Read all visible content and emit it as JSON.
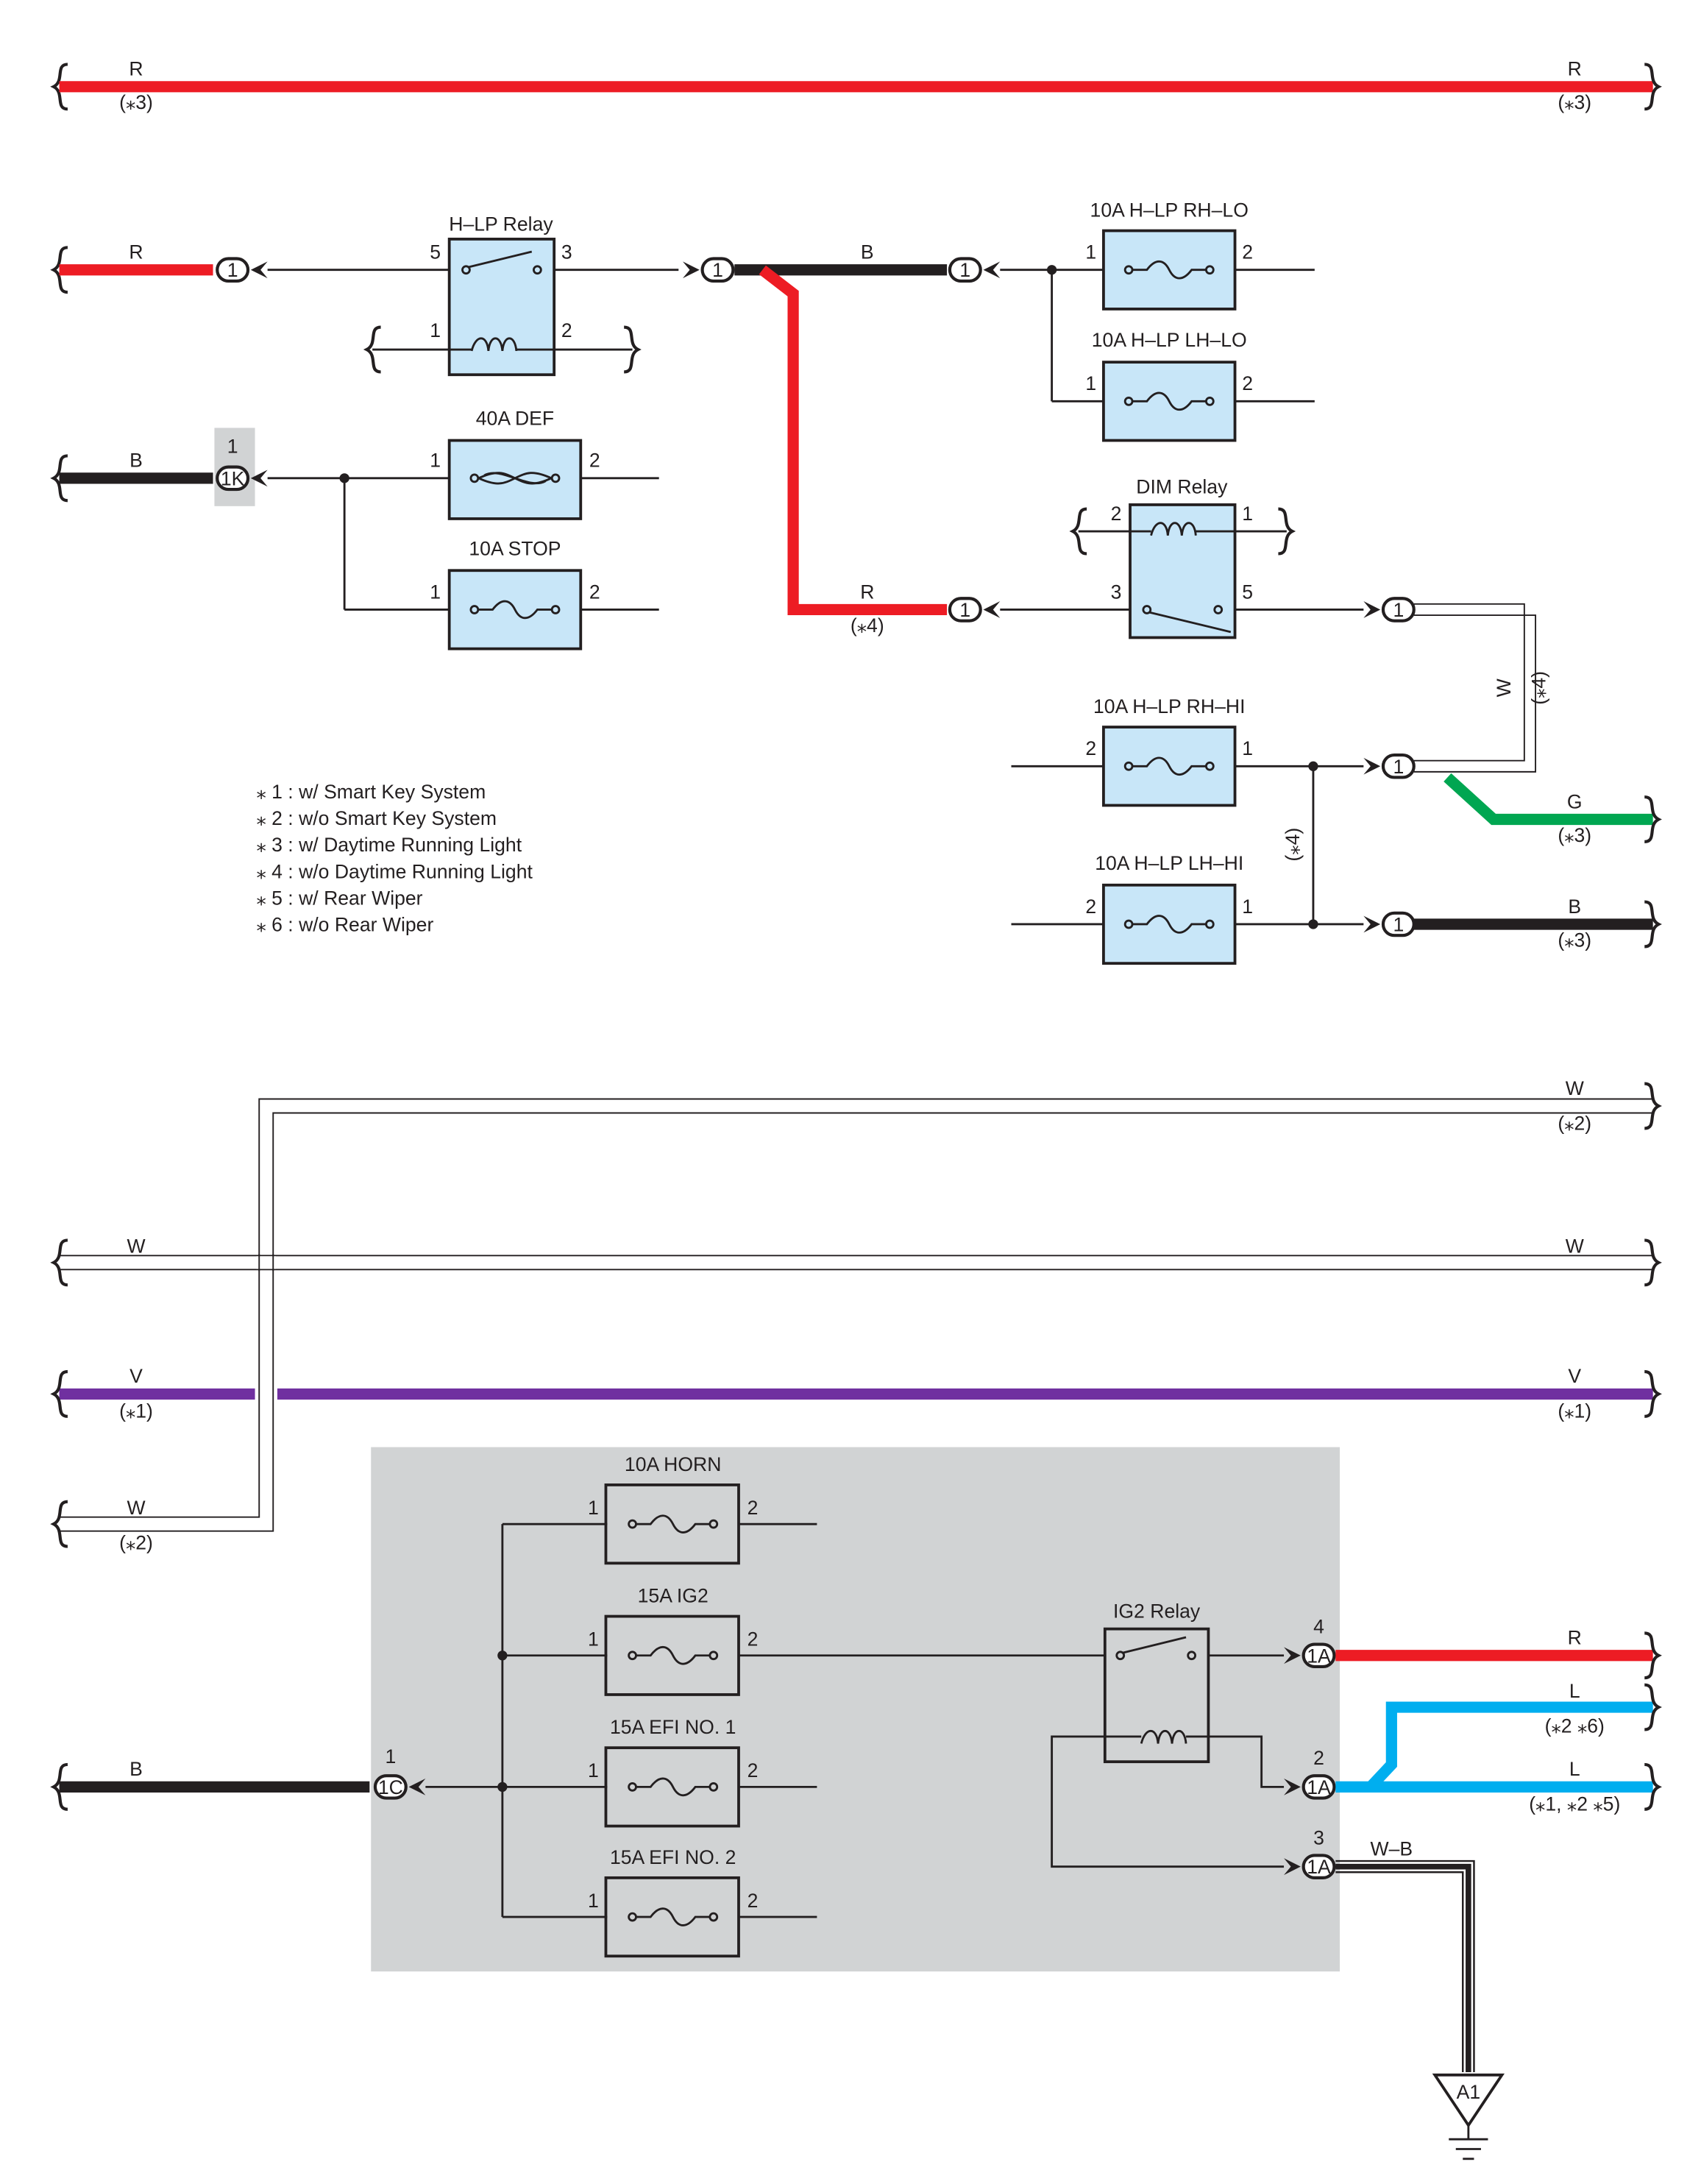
{
  "colors": {
    "R": "#ed1c24",
    "B": "#231f20",
    "G": "#00a651",
    "V": "#7030a0",
    "L": "#00aeef",
    "W": "#ffffff",
    "junction_block_fill": "#d1d3d4",
    "fuse_fill": "#c8e6f8"
  },
  "top_bus": {
    "wire": "R",
    "left_note": "(⁎3)",
    "right_note": "(⁎3)"
  },
  "hlp_relay": {
    "title": "H–LP Relay",
    "input_wire": "R",
    "connector": "1",
    "pins": {
      "sw_left": "5",
      "sw_right": "3",
      "coil_left": "1",
      "coil_right": "2"
    }
  },
  "b_bus": {
    "wire": "B",
    "connectors": [
      "1",
      "1"
    ]
  },
  "hlp_lo_fuses": [
    {
      "label": "10A H–LP RH–LO",
      "pin_in": "1",
      "pin_out": "2"
    },
    {
      "label": "10A H–LP LH–LO",
      "pin_in": "1",
      "pin_out": "2"
    }
  ],
  "def_stop": {
    "input_wire": "B",
    "connector_pin": "1",
    "connector": "1K",
    "fuses": [
      {
        "label": "40A DEF",
        "pin_in": "1",
        "pin_out": "2"
      },
      {
        "label": "10A STOP",
        "pin_in": "1",
        "pin_out": "2"
      }
    ]
  },
  "dim_relay": {
    "title": "DIM Relay",
    "pins": {
      "coil_left": "2",
      "coil_right": "1",
      "sw_in": "3",
      "sw_out": "5"
    },
    "feed_wire": "R",
    "feed_note": "(⁎4)",
    "feed_connector": "1",
    "out_connector": "1"
  },
  "w_loop": {
    "wire": "W",
    "note": "(⁎4)"
  },
  "hlp_hi_fuses": [
    {
      "label": "10A H–LP RH–HI",
      "pin_in": "2",
      "pin_out": "1"
    },
    {
      "label": "10A H–LP LH–HI",
      "pin_in": "2",
      "pin_out": "1"
    }
  ],
  "hi_outputs": [
    {
      "connector": "1",
      "wire": "G",
      "note": "(⁎3)"
    },
    {
      "connector": "1",
      "wire": "B",
      "note": "(⁎3)"
    }
  ],
  "hi_join_note": "(⁎4)",
  "legend": [
    "⁎ 1 : w/ Smart Key System",
    "⁎ 2 : w/o Smart Key System",
    "⁎ 3 : w/ Daytime Running Light",
    "⁎ 4 : w/o Daytime Running Light",
    "⁎ 5 : w/ Rear Wiper",
    "⁎ 6 : w/o Rear Wiper"
  ],
  "passthrough_wires": [
    {
      "id": "w-top-right",
      "wire": "W",
      "note": "(⁎2)"
    },
    {
      "id": "w-mid",
      "wire": "W",
      "left_label": "W",
      "right_label": "W"
    },
    {
      "id": "v-bus",
      "wire": "V",
      "left_label": "V",
      "left_note": "(⁎1)",
      "right_label": "V",
      "right_note": "(⁎1)"
    },
    {
      "id": "w-bottom-left",
      "wire": "W",
      "note": "(⁎2)"
    }
  ],
  "ig2_block": {
    "input_wire": "B",
    "connector_pin": "1",
    "connector": "1C",
    "fuses": [
      {
        "label": "10A HORN",
        "pin_in": "1",
        "pin_out": "2"
      },
      {
        "label": "15A IG2",
        "pin_in": "1",
        "pin_out": "2"
      },
      {
        "label": "15A EFI NO. 1",
        "pin_in": "1",
        "pin_out": "2"
      },
      {
        "label": "15A EFI NO. 2",
        "pin_in": "1",
        "pin_out": "2"
      }
    ],
    "relay_title": "IG2 Relay",
    "outputs": [
      {
        "pin": "4",
        "connector": "1A",
        "wire": "R",
        "note": ""
      },
      {
        "pin": "2",
        "connector": "1A",
        "wire": "L",
        "note": "(⁎1, ⁎2 ⁎5)"
      },
      {
        "pin": "3",
        "connector": "1A",
        "wire": "W–B",
        "note": ""
      }
    ],
    "upper_l_note": "(⁎2 ⁎6)",
    "l_label": "L",
    "ground": "A1"
  }
}
